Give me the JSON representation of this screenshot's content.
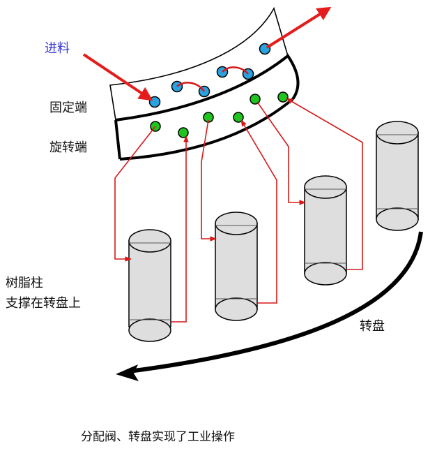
{
  "labels": {
    "feed": "进料",
    "fixed_end": "固定端",
    "rotating_end": "旋转端",
    "column_line1": "树脂柱",
    "column_line2": "支撑在转盘上",
    "turntable": "转盘",
    "caption": "分配阀、转盘实现了工业操作"
  },
  "colors": {
    "feed_arrow": "#e41c1c",
    "fixed_port": "#29a3e0",
    "rotating_port": "#1fc41f",
    "pipe": "#d61818",
    "column_fill": "#dedede",
    "outline": "#000000",
    "feed_label": "#3b3bd8"
  },
  "icons": {
    "feed_arrow": "arrow-right-down",
    "outlet_arrow": "arrow-up-right",
    "rotation_arrow": "curved-arrow-left"
  }
}
